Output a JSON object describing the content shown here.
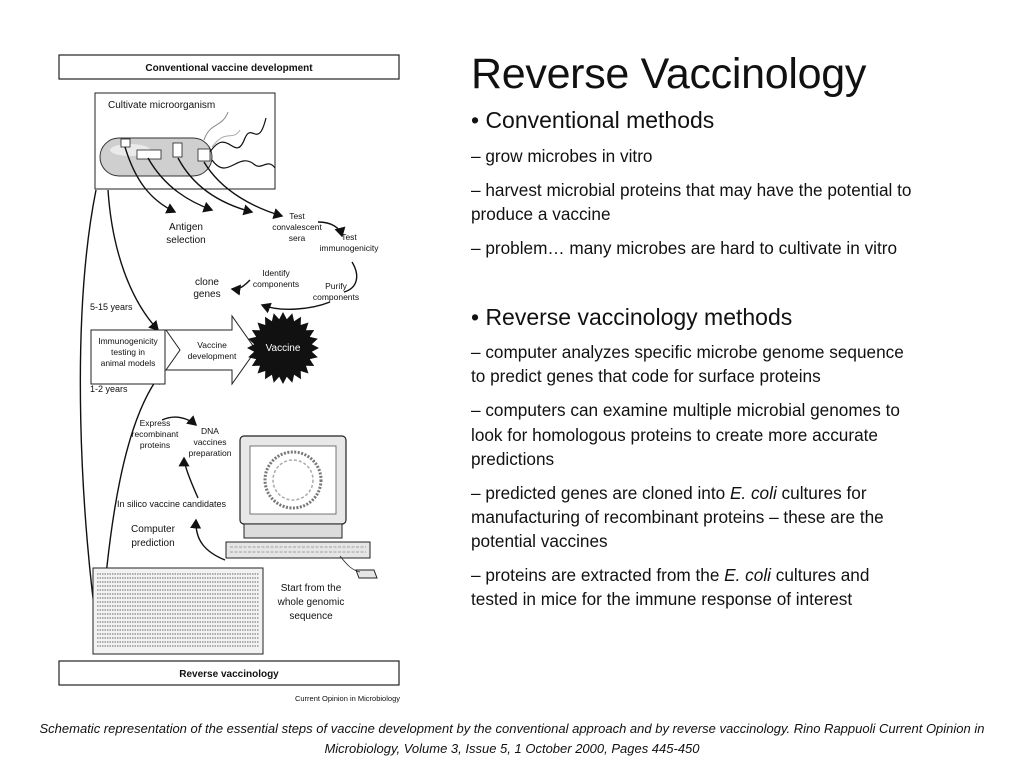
{
  "title": "Reverse Vaccinology",
  "bullets": [
    {
      "label": "• Conventional methods",
      "items": [
        "– grow microbes in vitro",
        "– harvest microbial proteins that may have the potential to produce a vaccine",
        "– problem… many microbes are hard to cultivate in vitro"
      ]
    },
    {
      "label": "• Reverse vaccinology methods",
      "items": [
        "– computer analyzes specific microbe genome sequence to predict genes that code for surface proteins",
        "– computers can examine multiple microbial genomes to look for homologous proteins to create more accurate predictions",
        {
          "before": "– predicted genes are cloned into ",
          "italic": "E. coli",
          "after": " cultures for manufacturing of recombinant proteins – these are the potential vaccines"
        },
        {
          "before": "– proteins are extracted from the ",
          "italic": "E. coli",
          "after": " cultures and tested in mice for the immune response of interest"
        }
      ]
    }
  ],
  "caption": "Schematic representation of the essential steps of vaccine development by the conventional approach and by reverse vaccinology. Rino Rappuoli Current Opinion in Microbiology, Volume 3, Issue 5, 1 October 2000, Pages 445-450",
  "figure": {
    "top_banner": "Conventional vaccine development",
    "bottom_banner": "Reverse vaccinology",
    "cultivate": "Cultivate microorganism",
    "antigen": [
      "Antigen",
      "selection"
    ],
    "test_sera": [
      "Test",
      "convalescent",
      "sera"
    ],
    "test_immuno": [
      "Test",
      "immunogenicity"
    ],
    "identify": [
      "Identify",
      "components"
    ],
    "purify": [
      "Purify",
      "components"
    ],
    "clone": [
      "clone",
      "genes"
    ],
    "years_conventional": "5-15 years",
    "years_reverse": "1-2 years",
    "immuno_testing": [
      "Immunogenicity",
      "testing in",
      "animal models"
    ],
    "vaccine_dev": [
      "Vaccine",
      "development"
    ],
    "vaccine": "Vaccine",
    "express": [
      "Express",
      "recombinant",
      "proteins"
    ],
    "dna": [
      "DNA",
      "vaccines",
      "preparation"
    ],
    "in_silico": "In silico vaccine candidates",
    "computer_prediction": [
      "Computer",
      "prediction"
    ],
    "start_genome": [
      "Start from the",
      "whole genomic",
      "sequence"
    ],
    "credit": "Current Opinion in Microbiology"
  }
}
